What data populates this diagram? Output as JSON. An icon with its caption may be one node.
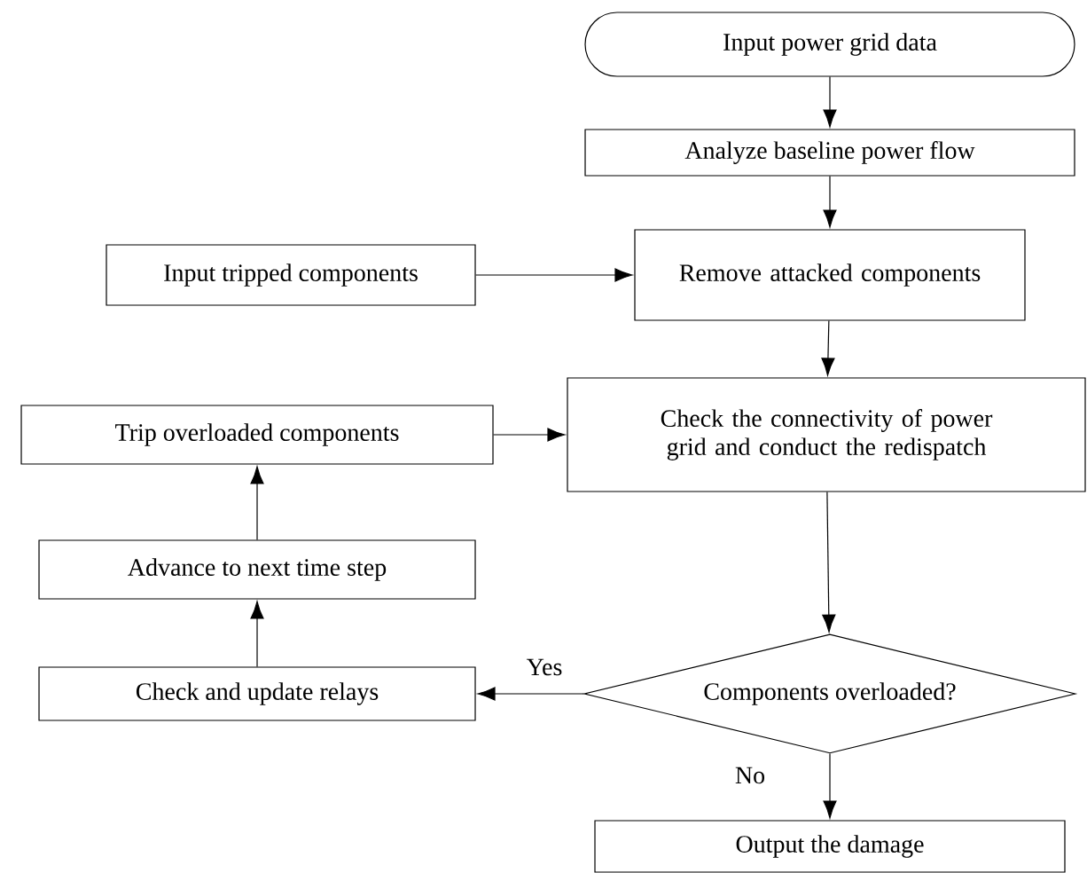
{
  "diagram": {
    "nodes": [
      {
        "text": [
          "Input power grid data"
        ]
      },
      {
        "text": [
          "Analyze baseline power flow"
        ]
      },
      {
        "text": [
          "Remove attacked components"
        ]
      },
      {
        "text": [
          "Input tripped components"
        ]
      },
      {
        "text": [
          "Check the connectivity of power grid and conduct the redispatch"
        ]
      },
      {
        "text": [
          "Trip overloaded components"
        ]
      },
      {
        "text": [
          "Advance to next time step"
        ]
      },
      {
        "text": [
          "Check and update relays"
        ]
      },
      {
        "text": [
          "Components overloaded?"
        ]
      },
      {
        "text": [
          "Output the damage"
        ]
      }
    ],
    "edges": [
      {
        "from": 0,
        "to": 1,
        "arrow": "to"
      },
      {
        "from": 1,
        "to": 2,
        "arrow": "to"
      },
      {
        "from": 3,
        "to": 2,
        "arrow": "to"
      },
      {
        "from": 2,
        "to": 4,
        "arrow": "to"
      },
      {
        "from": 4,
        "to": 8,
        "arrow": "to"
      },
      {
        "from": 8,
        "to": 7,
        "arrow": "to",
        "label": "Yes"
      },
      {
        "from": 7,
        "to": 6,
        "arrow": "to"
      },
      {
        "from": 6,
        "to": 5,
        "arrow": "to"
      },
      {
        "from": 5,
        "to": 4,
        "arrow": "to"
      },
      {
        "from": 8,
        "to": 9,
        "arrow": "to",
        "label": "No"
      }
    ]
  }
}
